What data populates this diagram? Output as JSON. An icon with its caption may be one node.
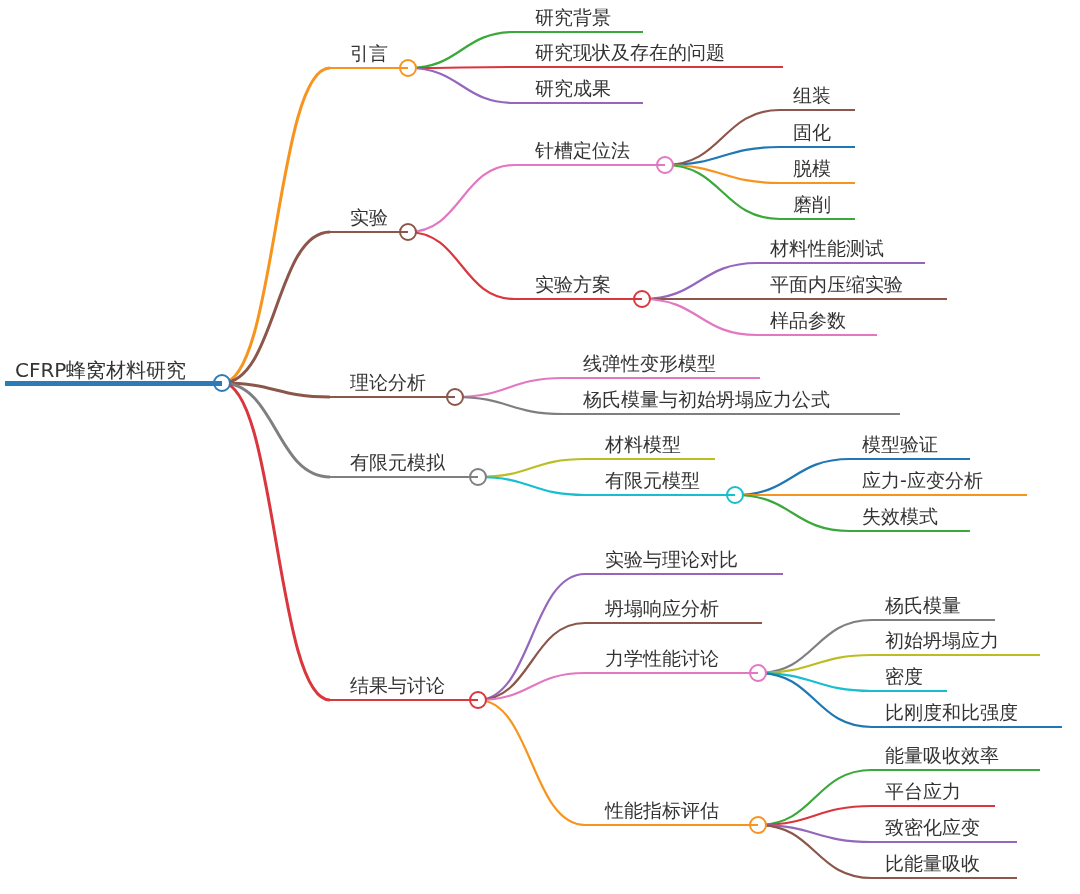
{
  "diagram": {
    "nodes": [
      {
        "text": [
          "CFRP蜂窝材料研究"
        ]
      },
      {
        "text": [
          "引言"
        ]
      },
      {
        "text": [
          "研究背景"
        ]
      },
      {
        "text": [
          "研究现状及存在的问题"
        ]
      },
      {
        "text": [
          "研究成果"
        ]
      },
      {
        "text": [
          "实验"
        ]
      },
      {
        "text": [
          "针槽定位法"
        ]
      },
      {
        "text": [
          "组装"
        ]
      },
      {
        "text": [
          "固化"
        ]
      },
      {
        "text": [
          "脱模"
        ]
      },
      {
        "text": [
          "磨削"
        ]
      },
      {
        "text": [
          "实验方案"
        ]
      },
      {
        "text": [
          "材料性能测试"
        ]
      },
      {
        "text": [
          "平面内压缩实验"
        ]
      },
      {
        "text": [
          "样品参数"
        ]
      },
      {
        "text": [
          "理论分析"
        ]
      },
      {
        "text": [
          "线弹性变形模型"
        ]
      },
      {
        "text": [
          "杨氏模量与初始坍塌应力公式"
        ]
      },
      {
        "text": [
          "有限元模拟"
        ]
      },
      {
        "text": [
          "材料模型"
        ]
      },
      {
        "text": [
          "有限元模型"
        ]
      },
      {
        "text": [
          "模型验证"
        ]
      },
      {
        "text": [
          "应力-应变分析"
        ]
      },
      {
        "text": [
          "失效模式"
        ]
      },
      {
        "text": [
          "结果与讨论"
        ]
      },
      {
        "text": [
          "实验与理论对比"
        ]
      },
      {
        "text": [
          "坍塌响应分析"
        ]
      },
      {
        "text": [
          "力学性能讨论"
        ]
      },
      {
        "text": [
          "杨氏模量"
        ]
      },
      {
        "text": [
          "初始坍塌应力"
        ]
      },
      {
        "text": [
          "密度"
        ]
      },
      {
        "text": [
          "比刚度和比强度"
        ]
      },
      {
        "text": [
          "性能指标评估"
        ]
      },
      {
        "text": [
          "能量吸收效率"
        ]
      },
      {
        "text": [
          "平台应力"
        ]
      },
      {
        "text": [
          "致密化应变"
        ]
      },
      {
        "text": [
          "比能量吸收"
        ]
      }
    ],
    "edges": [
      {
        "from": 0,
        "to": 1,
        "arrow": "none",
        "color": "#f7941d"
      },
      {
        "from": 1,
        "to": 2,
        "arrow": "none",
        "color": "#3aa83a"
      },
      {
        "from": 1,
        "to": 3,
        "arrow": "none",
        "color": "#d9363e"
      },
      {
        "from": 1,
        "to": 4,
        "arrow": "none",
        "color": "#9467bd"
      },
      {
        "from": 0,
        "to": 5,
        "arrow": "none",
        "color": "#8c564b"
      },
      {
        "from": 5,
        "to": 6,
        "arrow": "none",
        "color": "#e377c2"
      },
      {
        "from": 6,
        "to": 7,
        "arrow": "none",
        "color": "#8c564b"
      },
      {
        "from": 6,
        "to": 8,
        "arrow": "none",
        "color": "#1f77b4"
      },
      {
        "from": 6,
        "to": 9,
        "arrow": "none",
        "color": "#f7941d"
      },
      {
        "from": 6,
        "to": 10,
        "arrow": "none",
        "color": "#3aa83a"
      },
      {
        "from": 5,
        "to": 11,
        "arrow": "none",
        "color": "#d9363e"
      },
      {
        "from": 11,
        "to": 12,
        "arrow": "none",
        "color": "#9467bd"
      },
      {
        "from": 11,
        "to": 13,
        "arrow": "none",
        "color": "#8c564b"
      },
      {
        "from": 11,
        "to": 14,
        "arrow": "none",
        "color": "#e377c2"
      },
      {
        "from": 0,
        "to": 15,
        "arrow": "none",
        "color": "#8c564b"
      },
      {
        "from": 15,
        "to": 16,
        "arrow": "none",
        "color": "#e377c2"
      },
      {
        "from": 15,
        "to": 17,
        "arrow": "none",
        "color": "#7f7f7f"
      },
      {
        "from": 0,
        "to": 18,
        "arrow": "none",
        "color": "#7f7f7f"
      },
      {
        "from": 18,
        "to": 19,
        "arrow": "none",
        "color": "#bcbd22"
      },
      {
        "from": 18,
        "to": 20,
        "arrow": "none",
        "color": "#17becf"
      },
      {
        "from": 20,
        "to": 21,
        "arrow": "none",
        "color": "#1f77b4"
      },
      {
        "from": 20,
        "to": 22,
        "arrow": "none",
        "color": "#f7941d"
      },
      {
        "from": 20,
        "to": 23,
        "arrow": "none",
        "color": "#3aa83a"
      },
      {
        "from": 0,
        "to": 24,
        "arrow": "none",
        "color": "#d9363e"
      },
      {
        "from": 24,
        "to": 25,
        "arrow": "none",
        "color": "#9467bd"
      },
      {
        "from": 24,
        "to": 26,
        "arrow": "none",
        "color": "#8c564b"
      },
      {
        "from": 24,
        "to": 27,
        "arrow": "none",
        "color": "#e377c2"
      },
      {
        "from": 27,
        "to": 28,
        "arrow": "none",
        "color": "#7f7f7f"
      },
      {
        "from": 27,
        "to": 29,
        "arrow": "none",
        "color": "#bcbd22"
      },
      {
        "from": 27,
        "to": 30,
        "arrow": "none",
        "color": "#17becf"
      },
      {
        "from": 27,
        "to": 31,
        "arrow": "none",
        "color": "#1f77b4"
      },
      {
        "from": 24,
        "to": 32,
        "arrow": "none",
        "color": "#f7941d"
      },
      {
        "from": 32,
        "to": 33,
        "arrow": "none",
        "color": "#3aa83a"
      },
      {
        "from": 32,
        "to": 34,
        "arrow": "none",
        "color": "#d9363e"
      },
      {
        "from": 32,
        "to": 35,
        "arrow": "none",
        "color": "#9467bd"
      },
      {
        "from": 32,
        "to": 36,
        "arrow": "none",
        "color": "#8c564b"
      }
    ]
  }
}
